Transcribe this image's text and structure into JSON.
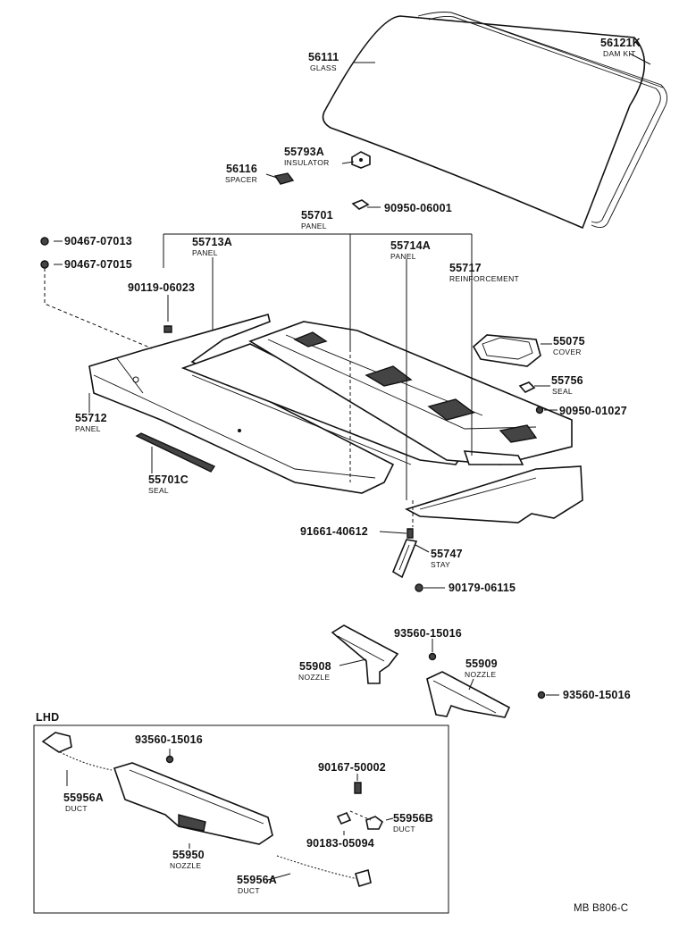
{
  "labels": {
    "glass": {
      "number": "56111",
      "desc": "GLASS"
    },
    "dam_kit": {
      "number": "56121K",
      "desc": "DAM KIT"
    },
    "insulator": {
      "number": "55793A",
      "desc": "INSULATOR"
    },
    "spacer": {
      "number": "56116",
      "desc": "SPACER"
    },
    "clip_top": {
      "number": "90950-06001"
    },
    "panel_main": {
      "number": "55701",
      "desc": "PANEL"
    },
    "screw_1": {
      "number": "90467-07013"
    },
    "screw_2": {
      "number": "90467-07015"
    },
    "panel_left": {
      "number": "55713A",
      "desc": "PANEL"
    },
    "panel_right": {
      "number": "55714A",
      "desc": "PANEL"
    },
    "reinforcement": {
      "number": "55717",
      "desc": "REINFORCEMENT"
    },
    "bolt_panel": {
      "number": "90119-06023"
    },
    "cover": {
      "number": "55075",
      "desc": "COVER"
    },
    "seal_right": {
      "number": "55756",
      "desc": "SEAL"
    },
    "clip_right": {
      "number": "90950-01027"
    },
    "panel_front": {
      "number": "55712",
      "desc": "PANEL"
    },
    "seal_left": {
      "number": "55701C",
      "desc": "SEAL"
    },
    "bolt_stay": {
      "number": "91661-40612"
    },
    "stay": {
      "number": "55747",
      "desc": "STAY"
    },
    "nut_stay": {
      "number": "90179-06115"
    },
    "screw_nozzle_1": {
      "number": "93560-15016"
    },
    "nozzle_left": {
      "number": "55908",
      "desc": "NOZZLE"
    },
    "nozzle_right": {
      "number": "55909",
      "desc": "NOZZLE"
    },
    "screw_nozzle_2": {
      "number": "93560-15016"
    },
    "lhd_title": "LHD",
    "screw_lhd": {
      "number": "93560-15016"
    },
    "bolt_lhd": {
      "number": "90167-50002"
    },
    "duct_upper": {
      "number": "55956A",
      "desc": "DUCT"
    },
    "duct_b": {
      "number": "55956B",
      "desc": "DUCT"
    },
    "clip_lhd": {
      "number": "90183-05094"
    },
    "nozzle_lhd": {
      "number": "55950",
      "desc": "NOZZLE"
    },
    "duct_lower": {
      "number": "55956A",
      "desc": "DUCT"
    },
    "drawing_code": "MB B806-C"
  }
}
